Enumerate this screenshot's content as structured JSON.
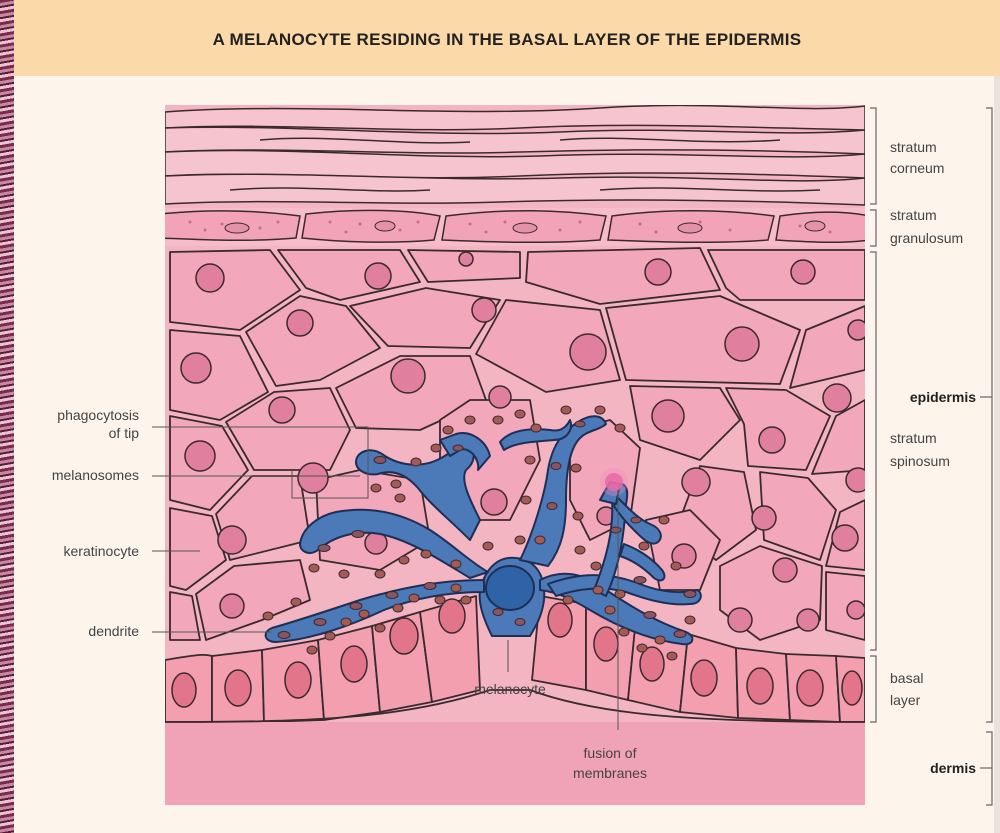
{
  "title": "A MELANOCYTE RESIDING IN THE BASAL LAYER OF THE EPIDERMIS",
  "left_labels": {
    "phagocytosis_1": "phagocytosis",
    "phagocytosis_2": "of tip",
    "melanosomes": "melanosomes",
    "keratinocyte": "keratinocyte",
    "dendrite": "dendrite"
  },
  "bottom_labels": {
    "melanocyte": "melanocyte",
    "fusion_1": "fusion of",
    "fusion_2": "membranes"
  },
  "right_labels": {
    "stratum_corneum_1": "stratum",
    "stratum_corneum_2": "corneum",
    "stratum_granulosum_1": "stratum",
    "stratum_granulosum_2": "granulosum",
    "epidermis": "epidermis",
    "stratum_spinosum_1": "stratum",
    "stratum_spinosum_2": "spinosum",
    "basal_layer_1": "basal",
    "basal_layer_2": "layer",
    "dermis": "dermis"
  },
  "colors": {
    "cell_fill": "#f2a7ba",
    "cell_stroke": "#3a2a2e",
    "nucleus": "#e07f9e",
    "melanocyte": "#4c79b8",
    "melanosome": "#a45a55",
    "dermis": "#f0a3b6",
    "title_band": "#fbd9a8"
  }
}
